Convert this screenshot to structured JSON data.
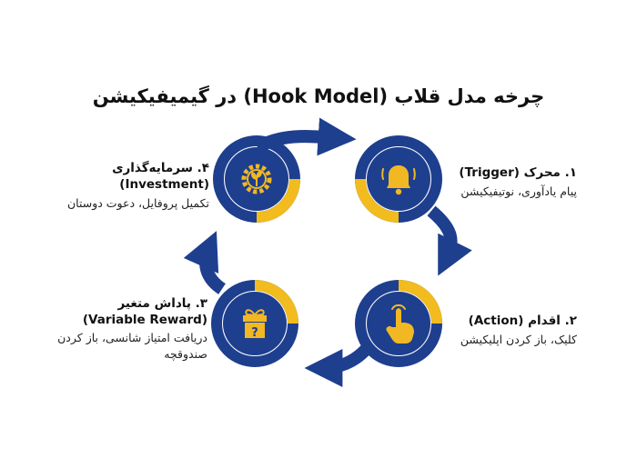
{
  "title": "چرخه مدل قلاب (Hook Model) در گیمیفیکیشن",
  "colors": {
    "navy": "#1e3f8e",
    "gold": "#f2bb1e",
    "icon": "#f2b823",
    "background": "#ffffff"
  },
  "stages": [
    {
      "heading": "۱. محرک (Trigger)",
      "desc": "پیام یادآوری، نوتیفیکیشن",
      "icon": "bell-icon"
    },
    {
      "heading": "۲. اقدام (Action)",
      "desc": "کلیک، باز کردن اپلیکیشن",
      "icon": "tap-hand-icon"
    },
    {
      "heading": "۳. پاداش متغیر",
      "heading2": "(Variable Reward)",
      "desc": "دریافت امتیاز شانسی، باز کردن",
      "desc2": "صندوقچه",
      "icon": "gift-question-icon"
    },
    {
      "heading": "۴. سرمایه‌گذاری (Investment)",
      "desc": "تکمیل پروفایل، دعوت دوستان",
      "icon": "gear-plant-icon"
    }
  ]
}
